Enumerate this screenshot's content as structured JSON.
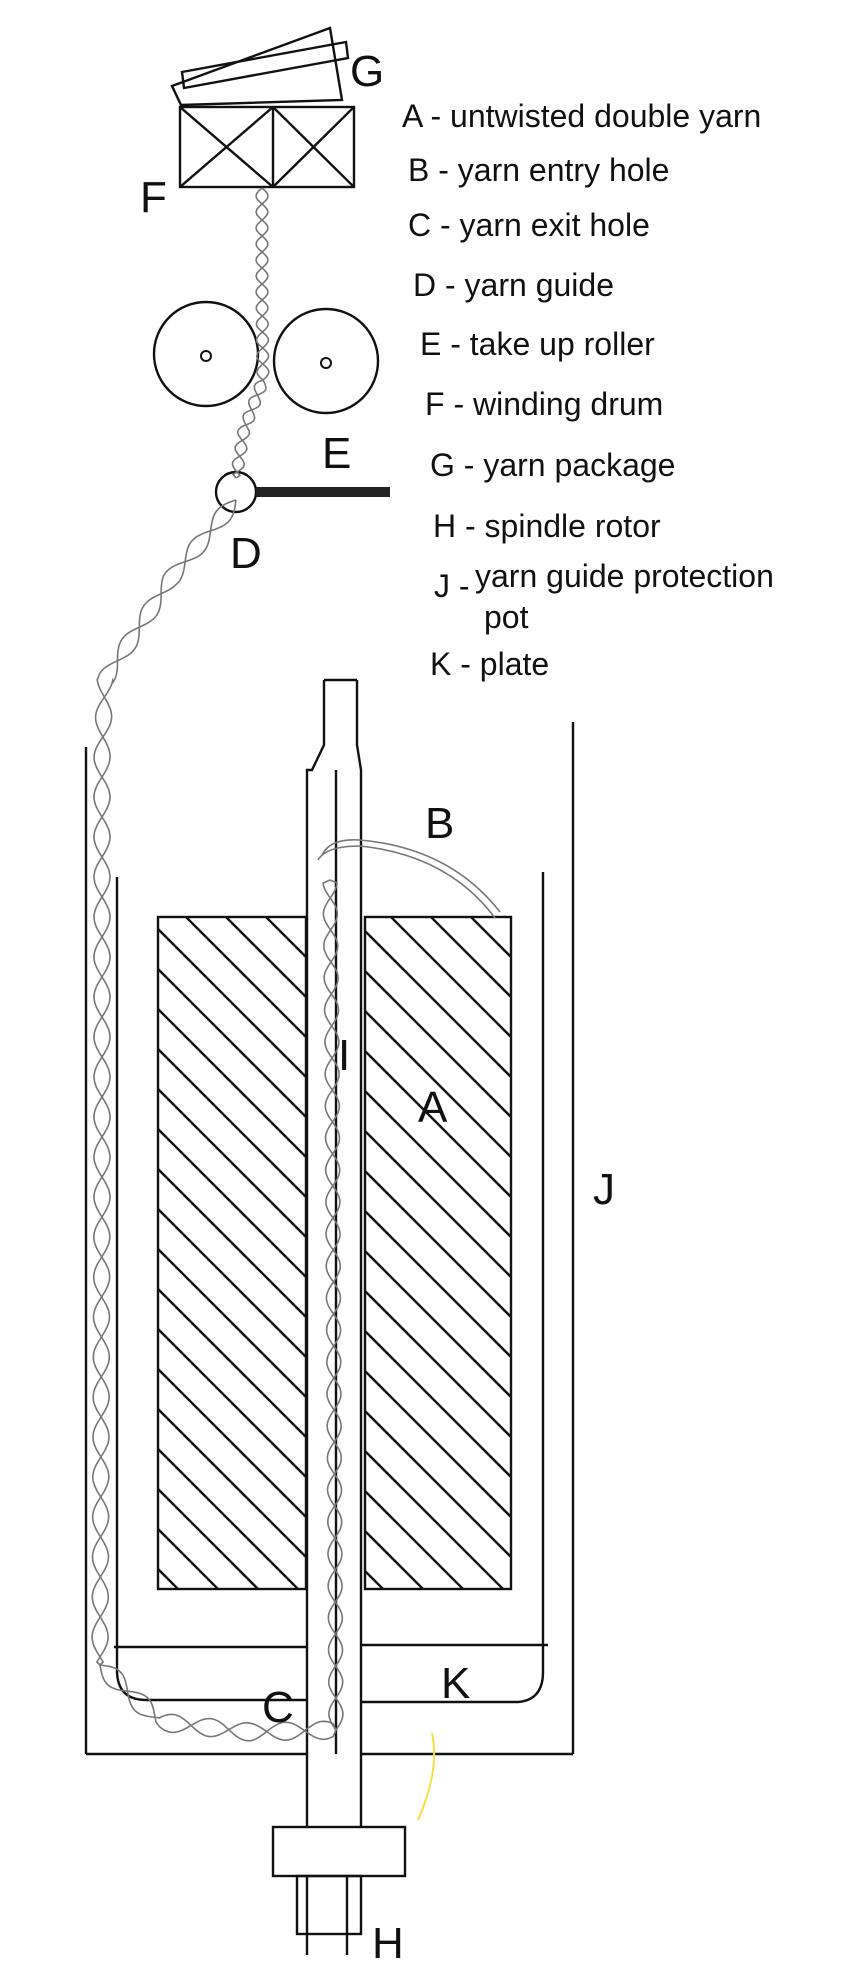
{
  "diagram": {
    "labels": {
      "A": "A",
      "B": "B",
      "C": "C",
      "D": "D",
      "E": "E",
      "F": "F",
      "G": "G",
      "H": "H",
      "I": "I",
      "J": "J",
      "K": "K"
    },
    "legend": [
      "A - untwisted double yarn",
      "B - yarn entry hole",
      "C - yarn exit hole",
      "D - yarn guide",
      "E - take up roller",
      "F - winding drum",
      "G - yarn package",
      "H - spindle rotor",
      "J -",
      "yarn guide protection",
      "pot",
      "K - plate"
    ],
    "colors": {
      "line": "#111111",
      "yarn": "#777777",
      "accent": "#f2df4a"
    }
  }
}
